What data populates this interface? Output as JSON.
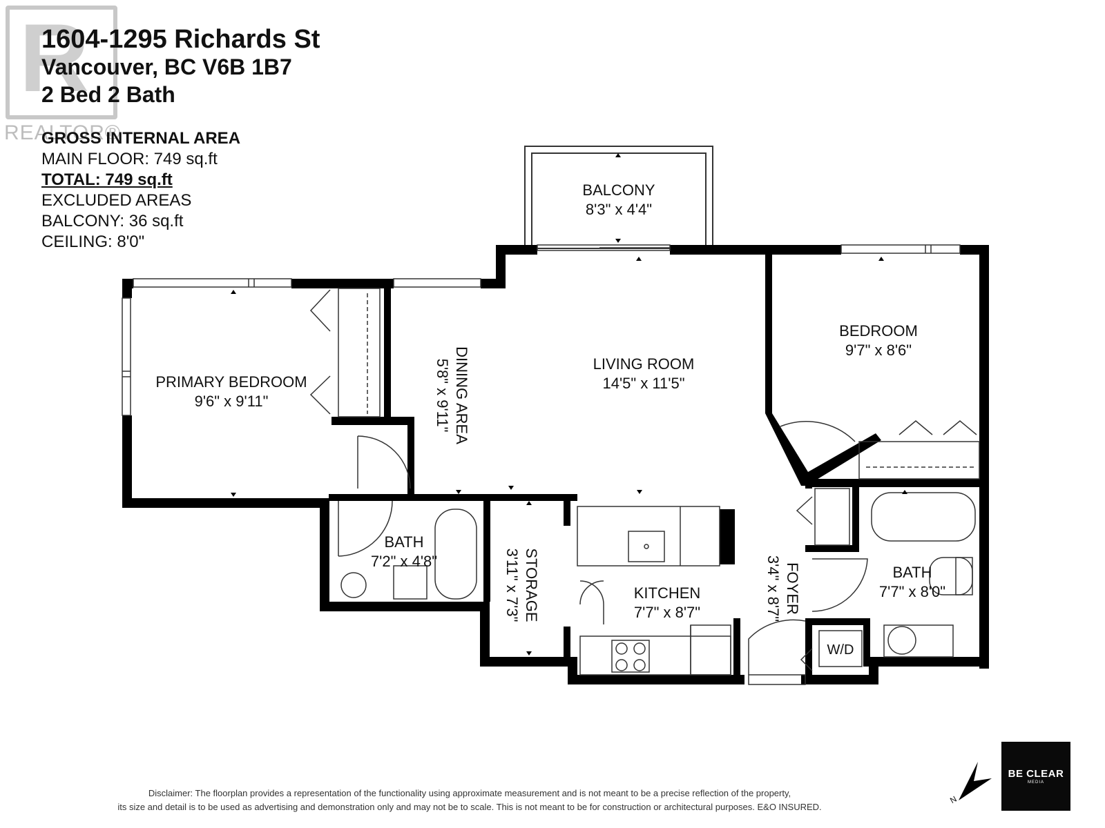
{
  "header": {
    "address_line1": "1604-1295 Richards St",
    "address_line2": "Vancouver, BC V6B 1B7",
    "beds_baths": "2 Bed 2 Bath"
  },
  "area": {
    "heading": "GROSS INTERNAL AREA",
    "main_floor": "MAIN FLOOR: 749 sq.ft",
    "total": "TOTAL: 749 sq.ft",
    "excluded_heading": "EXCLUDED AREAS",
    "balcony": "BALCONY: 36 sq.ft",
    "ceiling": "CEILING: 8'0\""
  },
  "rooms": {
    "balcony": {
      "name": "BALCONY",
      "dims": "8'3\" x 4'4\""
    },
    "living": {
      "name": "LIVING ROOM",
      "dims": "14'5\" x 11'5\""
    },
    "bedroom": {
      "name": "BEDROOM",
      "dims": "9'7\" x 8'6\""
    },
    "primary": {
      "name": "PRIMARY BEDROOM",
      "dims": "9'6\" x 9'11\""
    },
    "dining": {
      "name": "DINING AREA",
      "dims": "5'8\" x 9'11\""
    },
    "bath1": {
      "name": "BATH",
      "dims": "7'2\" x 4'8\""
    },
    "storage": {
      "name": "STORAGE",
      "dims": "3'11\" x 7'3\""
    },
    "kitchen": {
      "name": "KITCHEN",
      "dims": "7'7\" x 8'7\""
    },
    "foyer": {
      "name": "FOYER",
      "dims": "3'4\" x 8'7\""
    },
    "bath2": {
      "name": "BATH",
      "dims": "7'7\" x 8'0\""
    },
    "wd": {
      "name": "W/D"
    }
  },
  "disclaimer": {
    "line1": "Disclaimer: The floorplan provides a representation of the functionality using approximate measurement and is not meant to be a precise reflection of the property,",
    "line2": "its size and detail is to be used as advertising and demonstration only and may not be to scale. This is not meant to be for construction or architectural purposes. E&O INSURED."
  },
  "watermark": {
    "letter": "R",
    "text": "REALTOR®"
  },
  "brand": {
    "line1": "BE CLEAR",
    "line2": "MEDIA"
  },
  "compass": {
    "label": "N"
  }
}
